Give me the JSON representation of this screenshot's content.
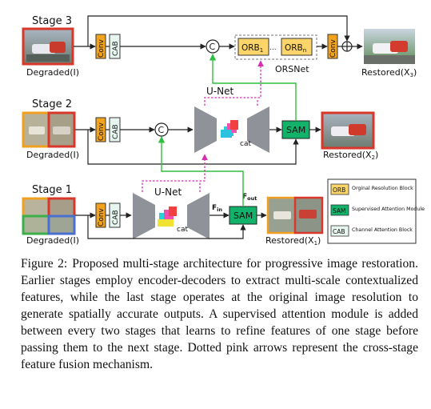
{
  "figure": {
    "stage1_label": "Stage 1",
    "stage2_label": "Stage 2",
    "stage3_label": "Stage 3",
    "degraded_label": "Degraded(I)",
    "conv_label": "Conv",
    "cab_label": "CAB",
    "unet_label": "U-Net",
    "sam_label": "SAM",
    "cat_label": "cat",
    "concat_symbol": "C",
    "orb1_label": "ORB",
    "orb1_sub": "1",
    "orbn_label": "ORB",
    "orbn_sub": "n",
    "orb_dots": "...",
    "orsnet_label": "ORSNet",
    "fin_label": "F",
    "fin_sub": "in",
    "fout_label": "F",
    "fout_sub": "out",
    "restored1": "Restored(X",
    "restored1_sub": "1",
    "restored2": "Restored(X",
    "restored2_sub": "2",
    "restored3": "Restored(X",
    "restored3_sub": "3",
    "legend": [
      {
        "key": "ORB",
        "desc": "Orginal Resolution Block"
      },
      {
        "key": "SAM",
        "desc": "Supervised Attention Module"
      },
      {
        "key": "CAB",
        "desc": "Channel Attention Block"
      }
    ],
    "colors": {
      "conv": "#f3a21b",
      "cab": "#e7f6ef",
      "sam": "#12b26b",
      "orb": "#fbd56a",
      "pink": "#d62fb0",
      "green": "#2fbf3f",
      "unet": "#8f9298",
      "frame_red": "#d8372a",
      "frame_orange": "#f0a020",
      "frame_blue": "#4a6fd0",
      "frame_green": "#3bb04a"
    }
  },
  "caption": {
    "label": "Figure 2:",
    "text": "Proposed multi-stage architecture for progressive image restoration. Earlier stages employ encoder-decoders to extract multi-scale contextualized features, while the last stage operates at the original image resolution to generate spatially accurate outputs. A supervised attention module is added between every two stages that learns to refine features of one stage before passing them to the next stage. Dotted pink arrows represent the cross-stage feature fusion mechanism."
  }
}
